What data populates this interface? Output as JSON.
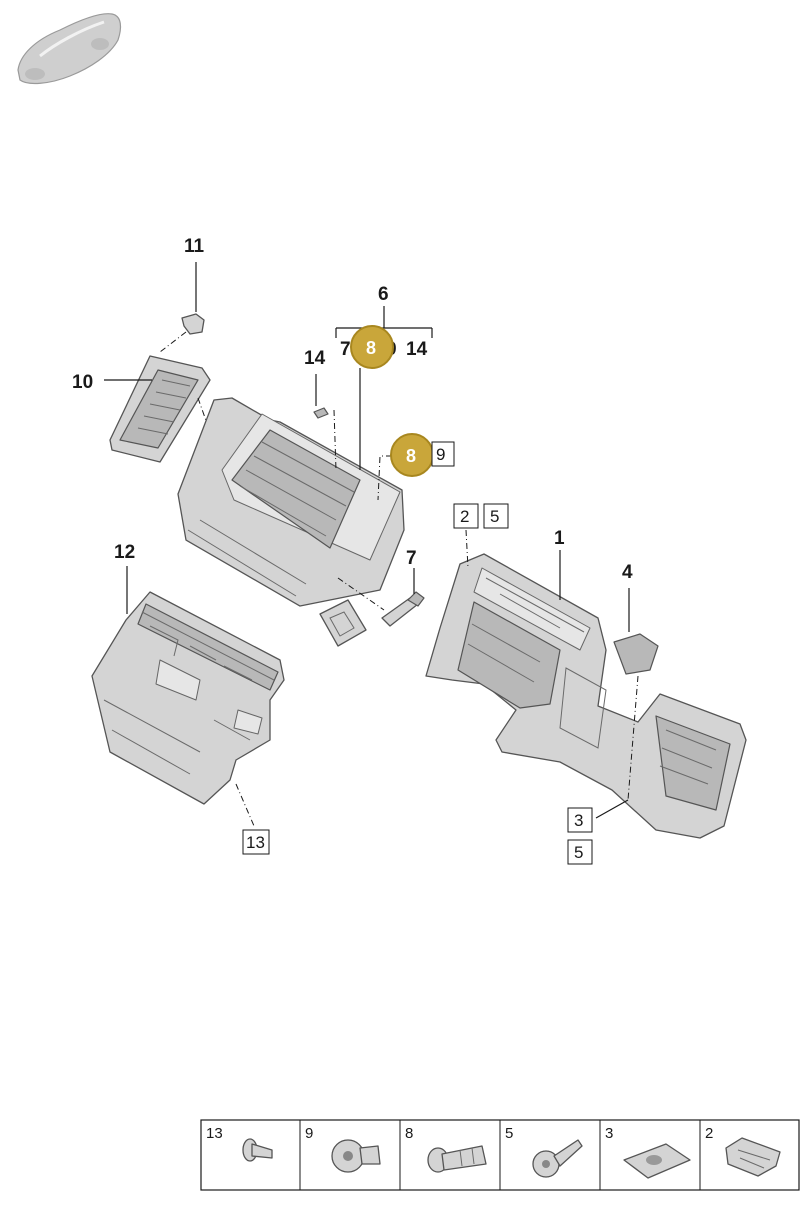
{
  "callouts": {
    "c1": "1",
    "c4": "4",
    "c6": "6",
    "c7": "7",
    "c10": "10",
    "c11": "11",
    "c12": "12",
    "c14": "14",
    "group6_left": "7",
    "group6_mid": "9",
    "group6_right": "14"
  },
  "boxed_labels": {
    "b9": "9",
    "b2": "2",
    "b5a": "5",
    "b3": "3",
    "b5b": "5",
    "b13": "13"
  },
  "hotspots": {
    "h1": "8",
    "h2": "8"
  },
  "legend": [
    {
      "label": "13",
      "icon": "bolt-icon"
    },
    {
      "label": "9",
      "icon": "clip-nut-icon"
    },
    {
      "label": "8",
      "icon": "expanding-rivet-icon"
    },
    {
      "label": "5",
      "icon": "screw-icon"
    },
    {
      "label": "3",
      "icon": "speed-nut-icon"
    },
    {
      "label": "2",
      "icon": "spring-clip-icon"
    }
  ],
  "colors": {
    "hotspot": "#c9a63a",
    "part": "#d4d4d4"
  }
}
